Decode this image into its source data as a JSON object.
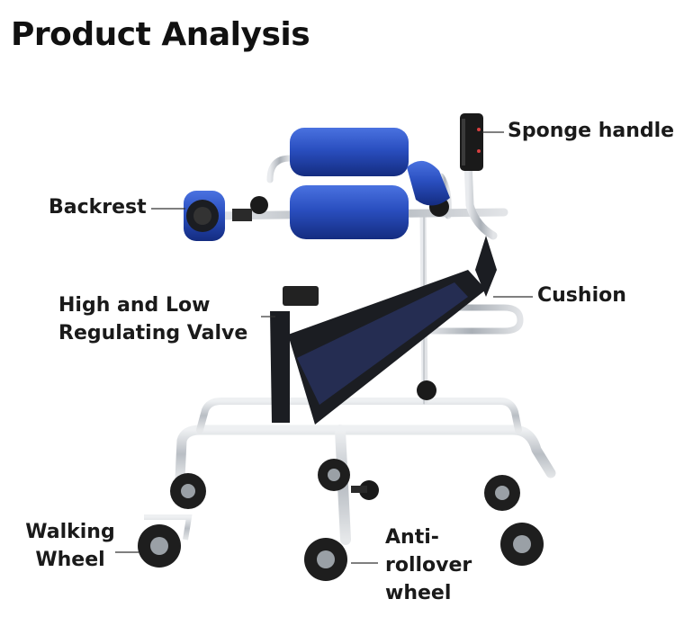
{
  "title": "Product Analysis",
  "labels": {
    "sponge_handle": "Sponge handle",
    "backrest": "Backrest",
    "cushion": "Cushion",
    "valve_line1": "High and Low",
    "valve_line2": "Regulating Valve",
    "walking_line1": "Walking",
    "walking_line2": "Wheel",
    "anti_line1": "Anti-",
    "anti_line2": "rollover",
    "anti_line3": "wheel"
  },
  "colors": {
    "pad_blue": "#2a4fc0",
    "frame_steel": "#c9cdd2",
    "seat_black": "#1b1d22",
    "wheel_black": "#1e1e1e"
  }
}
